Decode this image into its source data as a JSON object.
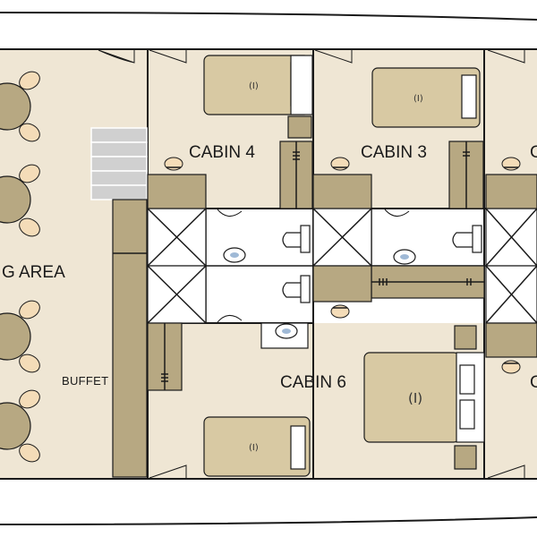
{
  "rooms": {
    "dining": "G AREA",
    "buffet": "BUFFET",
    "cabin4": "CABIN 4",
    "cabin3": "CABIN 3",
    "cabin2_partial": "C",
    "cabin6": "CABIN 6",
    "cabin5_partial": "C"
  },
  "bed_marks": {
    "cabin4": "(I)",
    "cabin3": "(I)",
    "cabin6_double": "(I)",
    "cabin6_single": "(I)"
  },
  "colors": {
    "floor": "#efe6d4",
    "furniture": "#b7a882",
    "bed": "#d8c9a3",
    "chair": "#f4dcb8",
    "stairs": "#d0d0d0"
  }
}
